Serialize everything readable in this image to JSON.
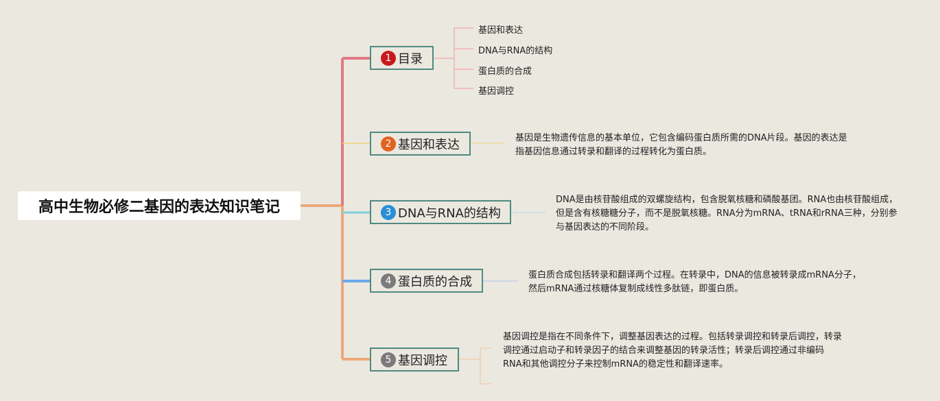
{
  "root": {
    "title": "高中生物必修二基因的表达知识笔记"
  },
  "branches": [
    {
      "num": "1",
      "label": "目录",
      "badge_color": "#c8191d",
      "line_color": "#e07a84"
    },
    {
      "num": "2",
      "label": "基因和表达",
      "badge_color": "#e2621f",
      "line_color": "#f2d37c"
    },
    {
      "num": "3",
      "label": "DNA与RNA的结构",
      "badge_color": "#2a8fd6",
      "line_color": "#7fcfda"
    },
    {
      "num": "4",
      "label": "蛋白质的合成",
      "badge_color": "#7b7b7b",
      "line_color": "#6aa8e6"
    },
    {
      "num": "5",
      "label": "基因调控",
      "badge_color": "#7b7b7b",
      "line_color": "#eba979"
    }
  ],
  "toc": [
    "基因和表达",
    "DNA与RNA的结构",
    "蛋白质的合成",
    "基因调控"
  ],
  "notes": {
    "gene_expression": "基因是生物遗传信息的基本单位，它包含编码蛋白质所需的DNA片段。基因的表达是指基因信息通过转录和翻译的过程转化为蛋白质。",
    "dna_rna": "DNA是由核苷酸组成的双螺旋结构，包含脱氧核糖和磷酸基团。RNA也由核苷酸组成，但是含有核糖糖分子，而不是脱氧核糖。RNA分为mRNA、tRNA和rRNA三种，分别参与基因表达的不同阶段。",
    "protein_synthesis": "蛋白质合成包括转录和翻译两个过程。在转录中，DNA的信息被转录成mRNA分子，然后mRNA通过核糖体复制成线性多肽链，即蛋白质。",
    "gene_regulation": "基因调控是指在不同条件下，调整基因表达的过程。包括转录调控和转录后调控，转录调控通过启动子和转录因子的结合来调整基因的转录活性；转录后调控通过非编码RNA和其他调控分子来控制mRNA的稳定性和翻译速率。"
  }
}
